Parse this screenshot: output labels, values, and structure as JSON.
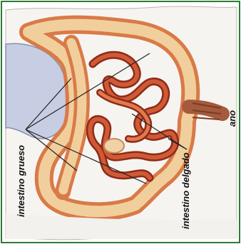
{
  "labels": {
    "intestino_grueso": "intestino grueso",
    "intestino_delgado": "intestino delgado",
    "ano": "ano"
  },
  "colors": {
    "frame": "#2f7a35",
    "stomach": "#c7cde3",
    "large_intestine": "#e9b98a",
    "small_intestine": "#b8452a",
    "rectum": "#a45a3c"
  }
}
